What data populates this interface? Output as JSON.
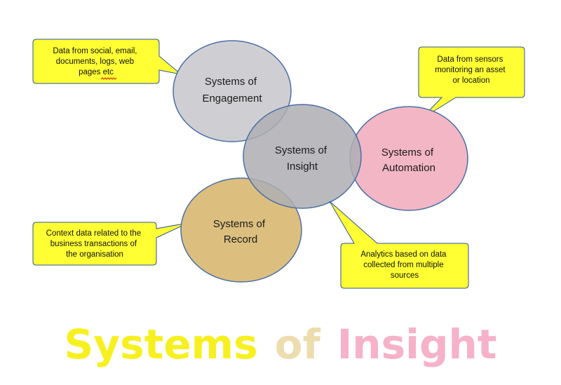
{
  "circles": {
    "engagement": {
      "line1": "Systems of",
      "line2": "Engagement",
      "fill": "#cfcfd3"
    },
    "insight": {
      "line1": "Systems of",
      "line2": "Insight",
      "fill": "#aeaeb3"
    },
    "automation": {
      "line1": "Systems of",
      "line2": "Automation",
      "fill": "#f3b6c5"
    },
    "record": {
      "line1": "Systems of",
      "line2": "Record",
      "fill": "#dcbf7e"
    }
  },
  "callouts": {
    "engagement": {
      "lines": [
        "Data from social, email,",
        "documents, logs, web",
        "pages etc"
      ]
    },
    "automation": {
      "lines": [
        "Data from sensors",
        "monitoring an asset",
        "or location"
      ]
    },
    "record": {
      "lines": [
        "Context data related to the",
        "business transactions of",
        "the organisation"
      ]
    },
    "insight": {
      "lines": [
        "Analytics based on data",
        "collected from multiple",
        "sources"
      ]
    }
  },
  "title": {
    "word1": "Systems",
    "word2": "of",
    "word3": "Insight",
    "color1": "#f7f020",
    "color2": "#eddcae",
    "color3": "#f5b2c8"
  },
  "colors": {
    "callout_fill": "#ffff33",
    "circle_stroke": "#4a6fa5",
    "callout_stroke": "#2f5597"
  }
}
